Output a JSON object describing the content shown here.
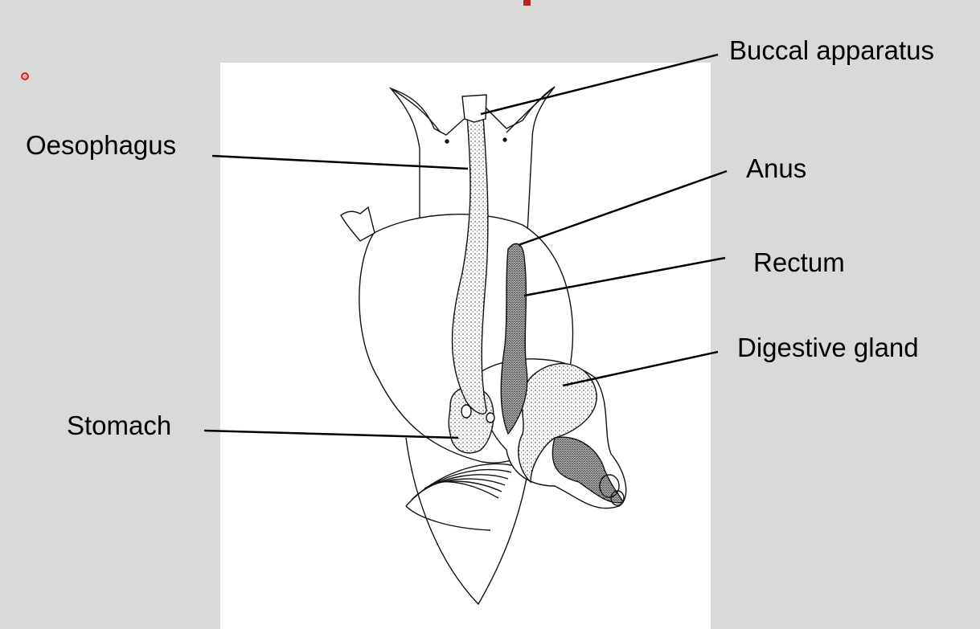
{
  "slide": {
    "background": "#d9d9d9",
    "accent_color": "#c41b1b",
    "pointer_color": "#e02020"
  },
  "diagram": {
    "labels": {
      "buccal_apparatus": "Buccal apparatus",
      "oesophagus": "Oesophagus",
      "anus": "Anus",
      "rectum": "Rectum",
      "digestive_gland": "Digestive gland",
      "stomach": "Stomach"
    }
  }
}
